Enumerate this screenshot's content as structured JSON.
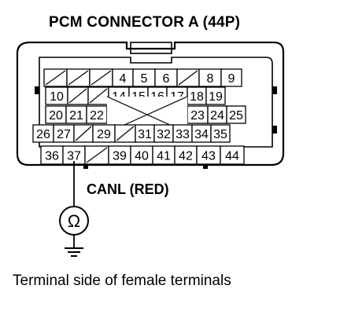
{
  "diagram": {
    "title": "PCM CONNECTOR A (44P)",
    "wire_label": "CANL (RED)",
    "caption": "Terminal side of female terminals",
    "meter_symbol": "Ω",
    "rows": [
      [
        {
          "t": "",
          "blank": true
        },
        {
          "t": "",
          "blank": true
        },
        {
          "t": "",
          "blank": true
        },
        {
          "t": "4"
        },
        {
          "t": "5"
        },
        {
          "t": "6"
        },
        {
          "t": "",
          "blank": true
        },
        {
          "t": "8"
        },
        {
          "t": "9"
        }
      ],
      [
        {
          "t": "10"
        },
        {
          "t": "",
          "blank": true
        },
        {
          "t": "",
          "blank": true
        },
        {
          "t": "14"
        },
        {
          "t": "15"
        },
        {
          "t": "16"
        },
        {
          "t": "17"
        },
        {
          "t": "18"
        },
        {
          "t": "19"
        }
      ],
      [
        {
          "t": "20"
        },
        {
          "t": "21"
        },
        {
          "t": "22"
        },
        {
          "t": "",
          "blank": true,
          "cross": true
        },
        {
          "t": "",
          "blank": true,
          "cross": true
        },
        {
          "t": "",
          "blank": true,
          "cross": true
        },
        {
          "t": "23"
        },
        {
          "t": "24"
        },
        {
          "t": "25"
        }
      ],
      [
        {
          "t": "26"
        },
        {
          "t": "27"
        },
        {
          "t": "",
          "blank": true
        },
        {
          "t": "29"
        },
        {
          "t": "",
          "blank": true
        },
        {
          "t": "31"
        },
        {
          "t": "32"
        },
        {
          "t": "33"
        },
        {
          "t": "34"
        },
        {
          "t": "35"
        }
      ],
      [
        {
          "t": "36"
        },
        {
          "t": "37"
        },
        {
          "t": "",
          "blank": true
        },
        {
          "t": "39"
        },
        {
          "t": "40"
        },
        {
          "t": "41"
        },
        {
          "t": "42"
        },
        {
          "t": "43"
        },
        {
          "t": "44"
        }
      ]
    ],
    "probe_terminal": "37"
  }
}
